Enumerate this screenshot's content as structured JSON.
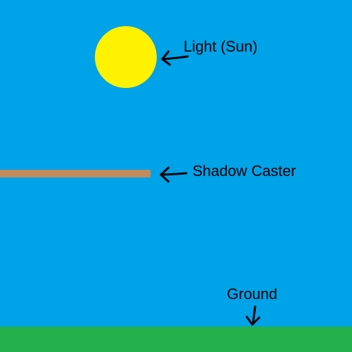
{
  "diagram": {
    "labels": {
      "light": "Light (Sun)",
      "caster": "Shadow Caster",
      "ground": "Ground"
    },
    "colors": {
      "sky": "#00a2e8",
      "sun": "#fff200",
      "caster": "#c58a5a",
      "ground": "#22b14c",
      "ink": "#000000"
    },
    "icons": {
      "light_pointer": "arrow-left-icon",
      "caster_pointer": "arrow-left-icon",
      "ground_pointer": "arrow-down-icon"
    }
  }
}
